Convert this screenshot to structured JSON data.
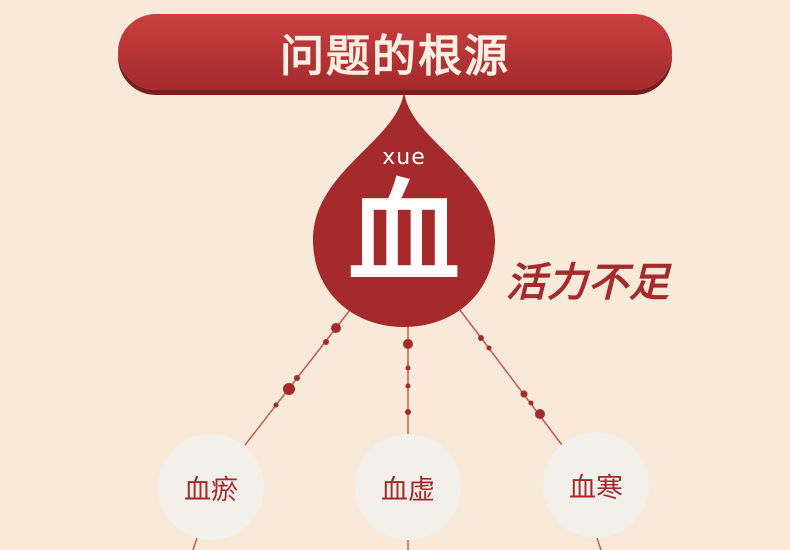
{
  "banner": {
    "title": "问题的根源"
  },
  "drop": {
    "pinyin": "xue",
    "character": "血"
  },
  "side_label": "活力不足",
  "nodes": [
    {
      "label": "血瘀"
    },
    {
      "label": "血虚"
    },
    {
      "label": "血寒"
    }
  ],
  "colors": {
    "background": "#f8e9d8",
    "primary_red": "#a42a2c",
    "node_fill": "#f3efeb",
    "text_light": "#ffffff"
  }
}
